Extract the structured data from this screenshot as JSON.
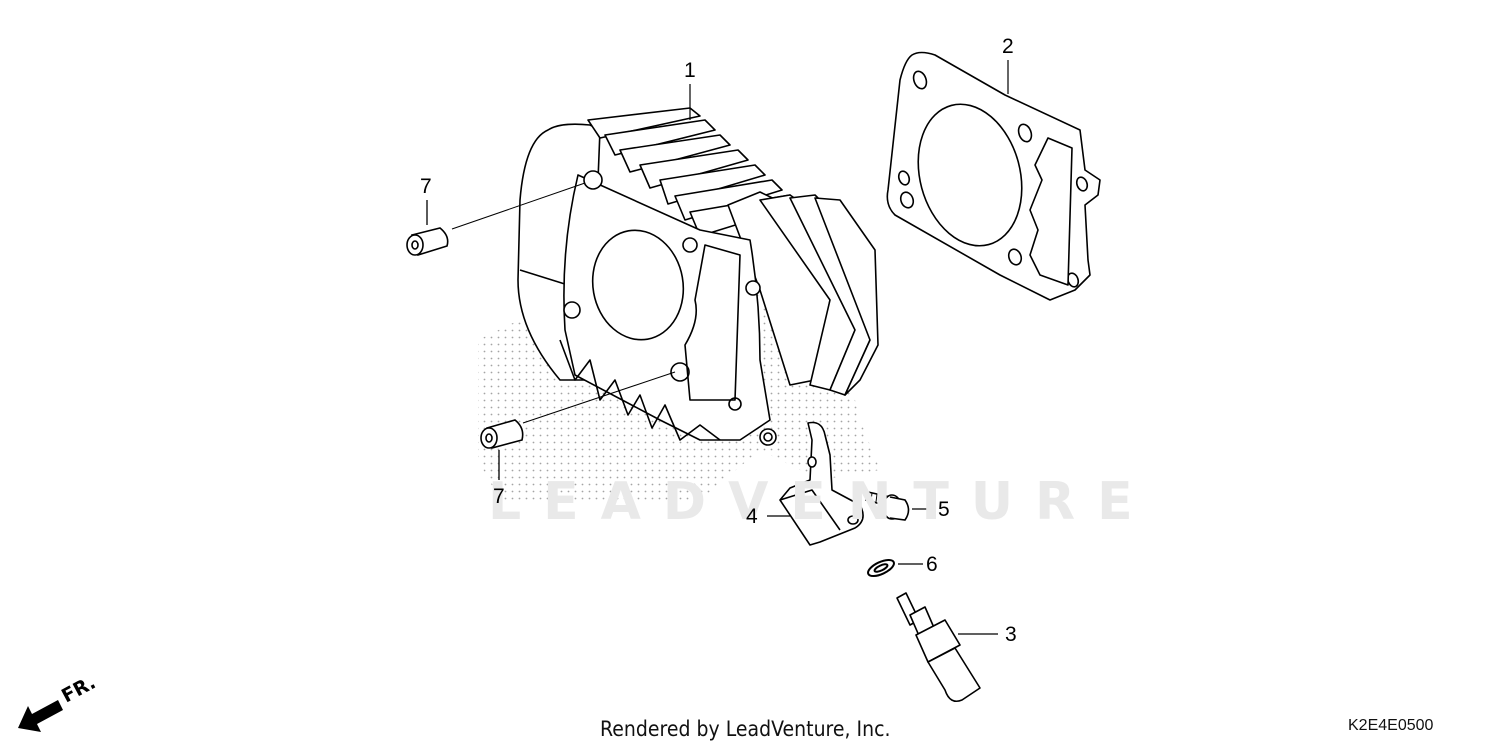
{
  "diagram": {
    "code": "K2E4E0500",
    "credit": "Rendered by LeadVenture, Inc.",
    "watermark": "LEADVENTURE",
    "front_indicator": "FR.",
    "colors": {
      "line": "#000000",
      "background": "#ffffff",
      "watermark": "#e9e9e9",
      "stipple": "#9a9a9a"
    },
    "callouts": [
      {
        "id": "1",
        "label": "1",
        "part": "cylinder"
      },
      {
        "id": "2",
        "label": "2",
        "part": "cylinder-base-gasket"
      },
      {
        "id": "3",
        "label": "3",
        "part": "temperature-sensor"
      },
      {
        "id": "4",
        "label": "4",
        "part": "bracket"
      },
      {
        "id": "5",
        "label": "5",
        "part": "flange-bolt"
      },
      {
        "id": "6",
        "label": "6",
        "part": "sealing-washer"
      },
      {
        "id": "7a",
        "label": "7",
        "part": "dowel-pin-upper"
      },
      {
        "id": "7b",
        "label": "7",
        "part": "dowel-pin-lower"
      }
    ]
  }
}
